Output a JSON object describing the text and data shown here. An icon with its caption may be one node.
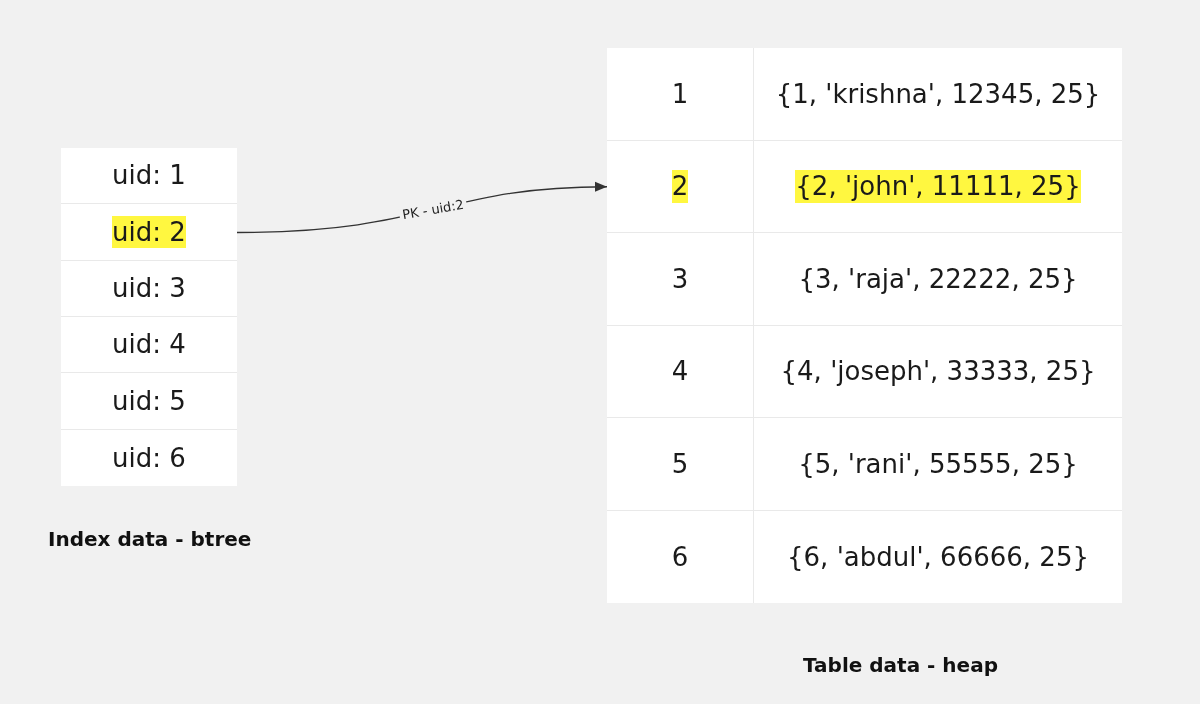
{
  "diagram": {
    "nodes": [
      {
        "text": [
          "uid: 1"
        ]
      },
      {
        "text": [
          "uid: 2"
        ]
      },
      {
        "text": [
          "uid: 3"
        ]
      },
      {
        "text": [
          "uid: 4"
        ]
      },
      {
        "text": [
          "uid: 5"
        ]
      },
      {
        "text": [
          "uid: 6"
        ]
      },
      {
        "text": [
          "1"
        ]
      },
      {
        "text": [
          "{1, 'krishna', 12345, 25}"
        ]
      },
      {
        "text": [
          "2"
        ]
      },
      {
        "text": [
          "{2, 'john', 11111, 25}"
        ]
      },
      {
        "text": [
          "3"
        ]
      },
      {
        "text": [
          "{3, 'raja', 22222, 25}"
        ]
      },
      {
        "text": [
          "4"
        ]
      },
      {
        "text": [
          "{4, 'joseph', 33333, 25}"
        ]
      },
      {
        "text": [
          "5"
        ]
      },
      {
        "text": [
          "{5, 'rani', 55555, 25}"
        ]
      },
      {
        "text": [
          "6"
        ]
      },
      {
        "text": [
          "{6, 'abdul', 66666, 25}"
        ]
      }
    ],
    "edges": [
      {
        "from": 1,
        "to": 8,
        "arrow": "to",
        "label": "PK - uid:2"
      }
    ],
    "labels": [
      "Index data - btree",
      "Table data - heap"
    ]
  }
}
